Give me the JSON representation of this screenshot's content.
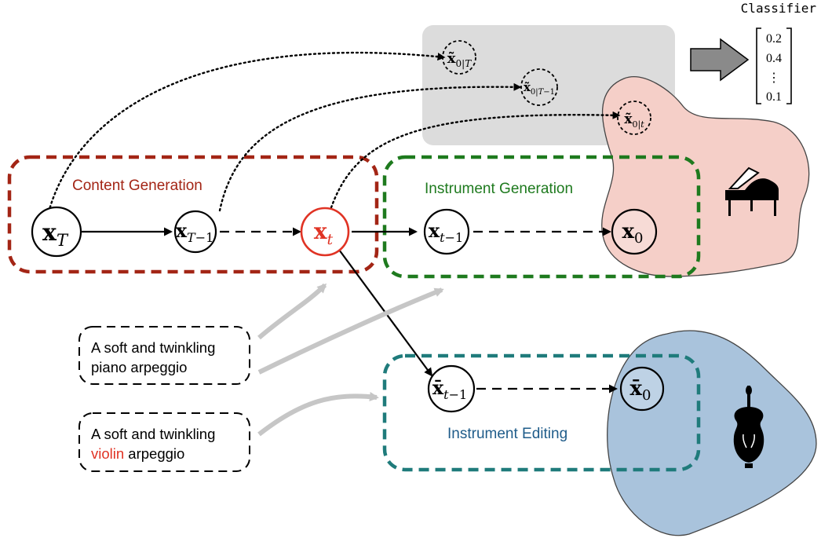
{
  "colors": {
    "content": "#a32515",
    "instrument_gen": "#1e7a1e",
    "instrument_edit": "#1f7b7b",
    "highlight": "#e03324",
    "edit_label": "#1f5c8a",
    "piano_blob": "#f5cfc8",
    "violin_blob": "#a9c3dc",
    "gray_panel": "#dcdcdc"
  },
  "regions": {
    "content_generation": "Content Generation",
    "instrument_generation": "Instrument Generation",
    "instrument_editing": "Instrument Editing"
  },
  "nodes": {
    "x_T": {
      "base": "x",
      "sub": "T"
    },
    "x_Tm1": {
      "base": "x",
      "sub": "T",
      "sub_tail": "−1"
    },
    "x_t": {
      "base": "x",
      "sub": "t"
    },
    "x_tm1": {
      "base": "x",
      "sub": "t",
      "sub_tail": "−1"
    },
    "x_0": {
      "base": "x",
      "sub": "0"
    },
    "xbar_tm1": {
      "base": "x̄",
      "sub": "t",
      "sub_tail": "−1"
    },
    "xbar_0": {
      "base": "x̄",
      "sub": "0"
    }
  },
  "predictions": {
    "p_T": {
      "base": "x̃",
      "sub": "0|",
      "sub_it": "T"
    },
    "p_Tm1": {
      "base": "x̃",
      "sub": "0|",
      "sub_it": "T",
      "sub_tail": "−1"
    },
    "p_t": {
      "base": "x̃",
      "sub": "0|",
      "sub_it": "t"
    }
  },
  "classifier": {
    "label": "Classifier",
    "values": [
      "0.2",
      "0.4",
      "⋮",
      "0.1"
    ]
  },
  "prompts": {
    "piano": {
      "line1": "A soft and twinkling",
      "line2": "piano arpeggio"
    },
    "violin": {
      "line1": "A soft and twinkling",
      "line2_highlight": "violin",
      "line2_rest": " arpeggio"
    }
  },
  "icons": [
    "piano-icon",
    "violin-icon",
    "arrow-right-icon"
  ]
}
